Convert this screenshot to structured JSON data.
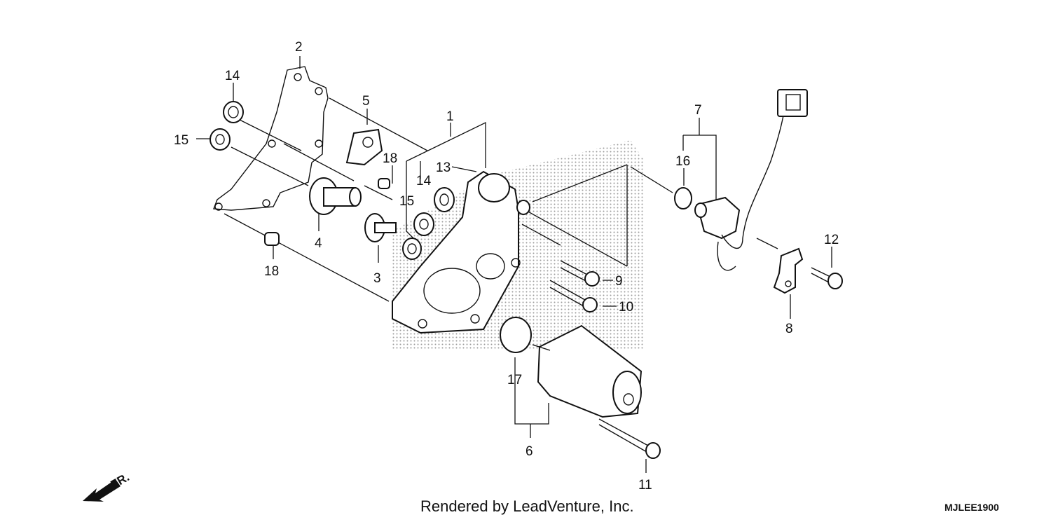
{
  "diagram": {
    "callouts": [
      {
        "id": "c1",
        "text": "1"
      },
      {
        "id": "c2",
        "text": "2"
      },
      {
        "id": "c3",
        "text": "3"
      },
      {
        "id": "c4",
        "text": "4"
      },
      {
        "id": "c5",
        "text": "5"
      },
      {
        "id": "c6",
        "text": "6"
      },
      {
        "id": "c7",
        "text": "7"
      },
      {
        "id": "c8",
        "text": "8"
      },
      {
        "id": "c9",
        "text": "9"
      },
      {
        "id": "c10",
        "text": "10"
      },
      {
        "id": "c11",
        "text": "11"
      },
      {
        "id": "c12",
        "text": "12"
      },
      {
        "id": "c13",
        "text": "13"
      },
      {
        "id": "c14a",
        "text": "14"
      },
      {
        "id": "c14b",
        "text": "14"
      },
      {
        "id": "c15a",
        "text": "15"
      },
      {
        "id": "c15b",
        "text": "15"
      },
      {
        "id": "c16",
        "text": "16"
      },
      {
        "id": "c17",
        "text": "17"
      },
      {
        "id": "c18a",
        "text": "18"
      },
      {
        "id": "c18b",
        "text": "18"
      }
    ],
    "direction_label": "FR."
  },
  "footer": {
    "credit": "Rendered by LeadVenture, Inc.",
    "code": "MJLEE1900"
  }
}
